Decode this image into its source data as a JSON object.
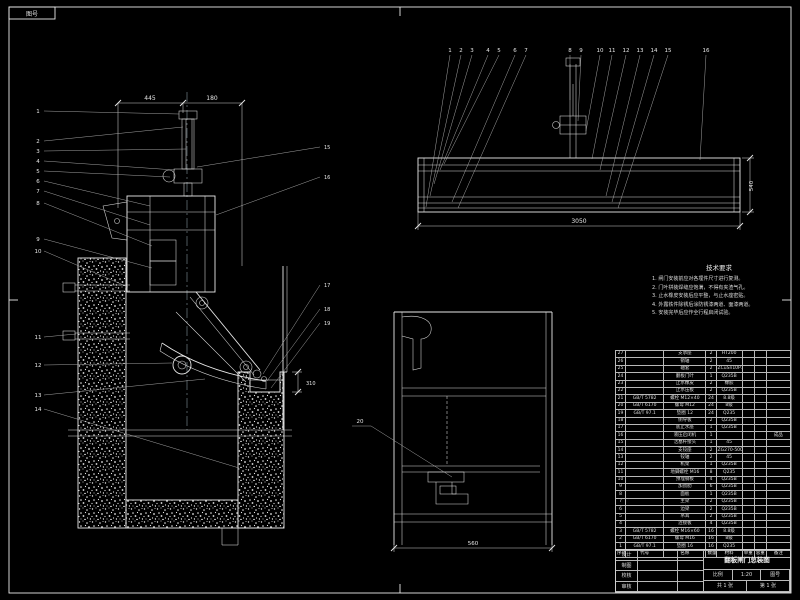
{
  "sheet": {
    "corner_label": "图号",
    "background": "#000000",
    "line_color": "#e9e9e9"
  },
  "front_view": {
    "dim_a": "445",
    "dim_b": "180",
    "dim_side": "310",
    "left_callouts": [
      "1",
      "2",
      "3",
      "4",
      "5",
      "6",
      "7",
      "8",
      "9",
      "10",
      "11",
      "12",
      "13",
      "14"
    ],
    "right_callouts": [
      "15",
      "16",
      "17",
      "18",
      "19"
    ]
  },
  "plan_view": {
    "callouts": [
      "1",
      "2",
      "3",
      "4",
      "5",
      "6",
      "7",
      "8",
      "9",
      "10",
      "11",
      "12",
      "13",
      "14",
      "15",
      "16"
    ],
    "dim_width": "3050",
    "dim_height": "540"
  },
  "detail_view": {
    "callout": "20",
    "dim_bottom": "560"
  },
  "notes": {
    "title": "技术要求",
    "lines": [
      "1. 闸门安装前应对各埋件尺寸进行复测。",
      "2. 门叶拼装焊缝应饱满，不得有夹渣气孔。",
      "3. 止水橡皮安装后应平整，与止水座密贴。",
      "4. 外露铁件除锈后涂防锈漆两道、面漆两道。",
      "5. 安装完毕后应作全行程启闭试验。"
    ]
  },
  "parts_table": {
    "headers": [
      "序号",
      "代号",
      "名称",
      "数量",
      "材料",
      "单重",
      "总重",
      "备注"
    ],
    "rows": [
      {
        "no": "27",
        "code": "",
        "name": "支承座",
        "qty": "2",
        "mat": "HT200",
        "uw": "",
        "tw": "",
        "rem": ""
      },
      {
        "no": "26",
        "code": "",
        "name": "销轴",
        "qty": "2",
        "mat": "45",
        "uw": "",
        "tw": "",
        "rem": ""
      },
      {
        "no": "25",
        "code": "",
        "name": "轴套",
        "qty": "2",
        "mat": "ZCuSn10P1",
        "uw": "",
        "tw": "",
        "rem": ""
      },
      {
        "no": "24",
        "code": "",
        "name": "翻板门叶",
        "qty": "1",
        "mat": "Q235B",
        "uw": "",
        "tw": "",
        "rem": ""
      },
      {
        "no": "23",
        "code": "",
        "name": "止水橡皮",
        "qty": "2",
        "mat": "橡胶",
        "uw": "",
        "tw": "",
        "rem": ""
      },
      {
        "no": "22",
        "code": "",
        "name": "止水压板",
        "qty": "2",
        "mat": "Q235B",
        "uw": "",
        "tw": "",
        "rem": ""
      },
      {
        "no": "21",
        "code": "GB/T 5782",
        "name": "螺栓 M12×40",
        "qty": "24",
        "mat": "8.8级",
        "uw": "",
        "tw": "",
        "rem": ""
      },
      {
        "no": "20",
        "code": "GB/T 6170",
        "name": "螺母 M12",
        "qty": "24",
        "mat": "8级",
        "uw": "",
        "tw": "",
        "rem": ""
      },
      {
        "no": "19",
        "code": "GB/T 97.1",
        "name": "垫圈 12",
        "qty": "24",
        "mat": "Q235",
        "uw": "",
        "tw": "",
        "rem": ""
      },
      {
        "no": "18",
        "code": "",
        "name": "侧导板",
        "qty": "2",
        "mat": "Q235B",
        "uw": "",
        "tw": "",
        "rem": ""
      },
      {
        "no": "17",
        "code": "",
        "name": "底止水座",
        "qty": "1",
        "mat": "Q235B",
        "uw": "",
        "tw": "",
        "rem": ""
      },
      {
        "no": "16",
        "code": "",
        "name": "液压启闭机",
        "qty": "1",
        "mat": "",
        "uw": "",
        "tw": "",
        "rem": "成品"
      },
      {
        "no": "15",
        "code": "",
        "name": "活塞杆接头",
        "qty": "1",
        "mat": "45",
        "uw": "",
        "tw": "",
        "rem": ""
      },
      {
        "no": "14",
        "code": "",
        "name": "支铰座",
        "qty": "2",
        "mat": "ZG270-500",
        "uw": "",
        "tw": "",
        "rem": ""
      },
      {
        "no": "13",
        "code": "",
        "name": "铰轴",
        "qty": "2",
        "mat": "45",
        "uw": "",
        "tw": "",
        "rem": ""
      },
      {
        "no": "12",
        "code": "",
        "name": "机架",
        "qty": "1",
        "mat": "Q235B",
        "uw": "",
        "tw": "",
        "rem": ""
      },
      {
        "no": "11",
        "code": "",
        "name": "地脚螺栓 M16",
        "qty": "8",
        "mat": "Q235",
        "uw": "",
        "tw": "",
        "rem": ""
      },
      {
        "no": "10",
        "code": "",
        "name": "预埋钢板",
        "qty": "4",
        "mat": "Q235B",
        "uw": "",
        "tw": "",
        "rem": ""
      },
      {
        "no": "9",
        "code": "",
        "name": "加劲肋",
        "qty": "6",
        "mat": "Q235B",
        "uw": "",
        "tw": "",
        "rem": ""
      },
      {
        "no": "8",
        "code": "",
        "name": "面板",
        "qty": "1",
        "mat": "Q235B",
        "uw": "",
        "tw": "",
        "rem": ""
      },
      {
        "no": "7",
        "code": "",
        "name": "主梁",
        "qty": "2",
        "mat": "Q235B",
        "uw": "",
        "tw": "",
        "rem": ""
      },
      {
        "no": "6",
        "code": "",
        "name": "边梁",
        "qty": "2",
        "mat": "Q235B",
        "uw": "",
        "tw": "",
        "rem": ""
      },
      {
        "no": "5",
        "code": "",
        "name": "吊耳",
        "qty": "2",
        "mat": "Q235B",
        "uw": "",
        "tw": "",
        "rem": ""
      },
      {
        "no": "4",
        "code": "",
        "name": "连接板",
        "qty": "4",
        "mat": "Q235B",
        "uw": "",
        "tw": "",
        "rem": ""
      },
      {
        "no": "3",
        "code": "GB/T 5782",
        "name": "螺栓 M16×60",
        "qty": "16",
        "mat": "8.8级",
        "uw": "",
        "tw": "",
        "rem": ""
      },
      {
        "no": "2",
        "code": "GB/T 6170",
        "name": "螺母 M16",
        "qty": "16",
        "mat": "8级",
        "uw": "",
        "tw": "",
        "rem": ""
      },
      {
        "no": "1",
        "code": "GB/T 97.1",
        "name": "垫圈 16",
        "qty": "16",
        "mat": "Q235",
        "uw": "",
        "tw": "",
        "rem": ""
      }
    ]
  },
  "title_block": {
    "title": "翻板闸门总装图",
    "rows": [
      "设计",
      "制图",
      "校核",
      "审核"
    ],
    "scale_label": "比例",
    "scale": "1:20",
    "sheet_label": "图号",
    "count": "共 1 张",
    "page": "第 1 张"
  }
}
